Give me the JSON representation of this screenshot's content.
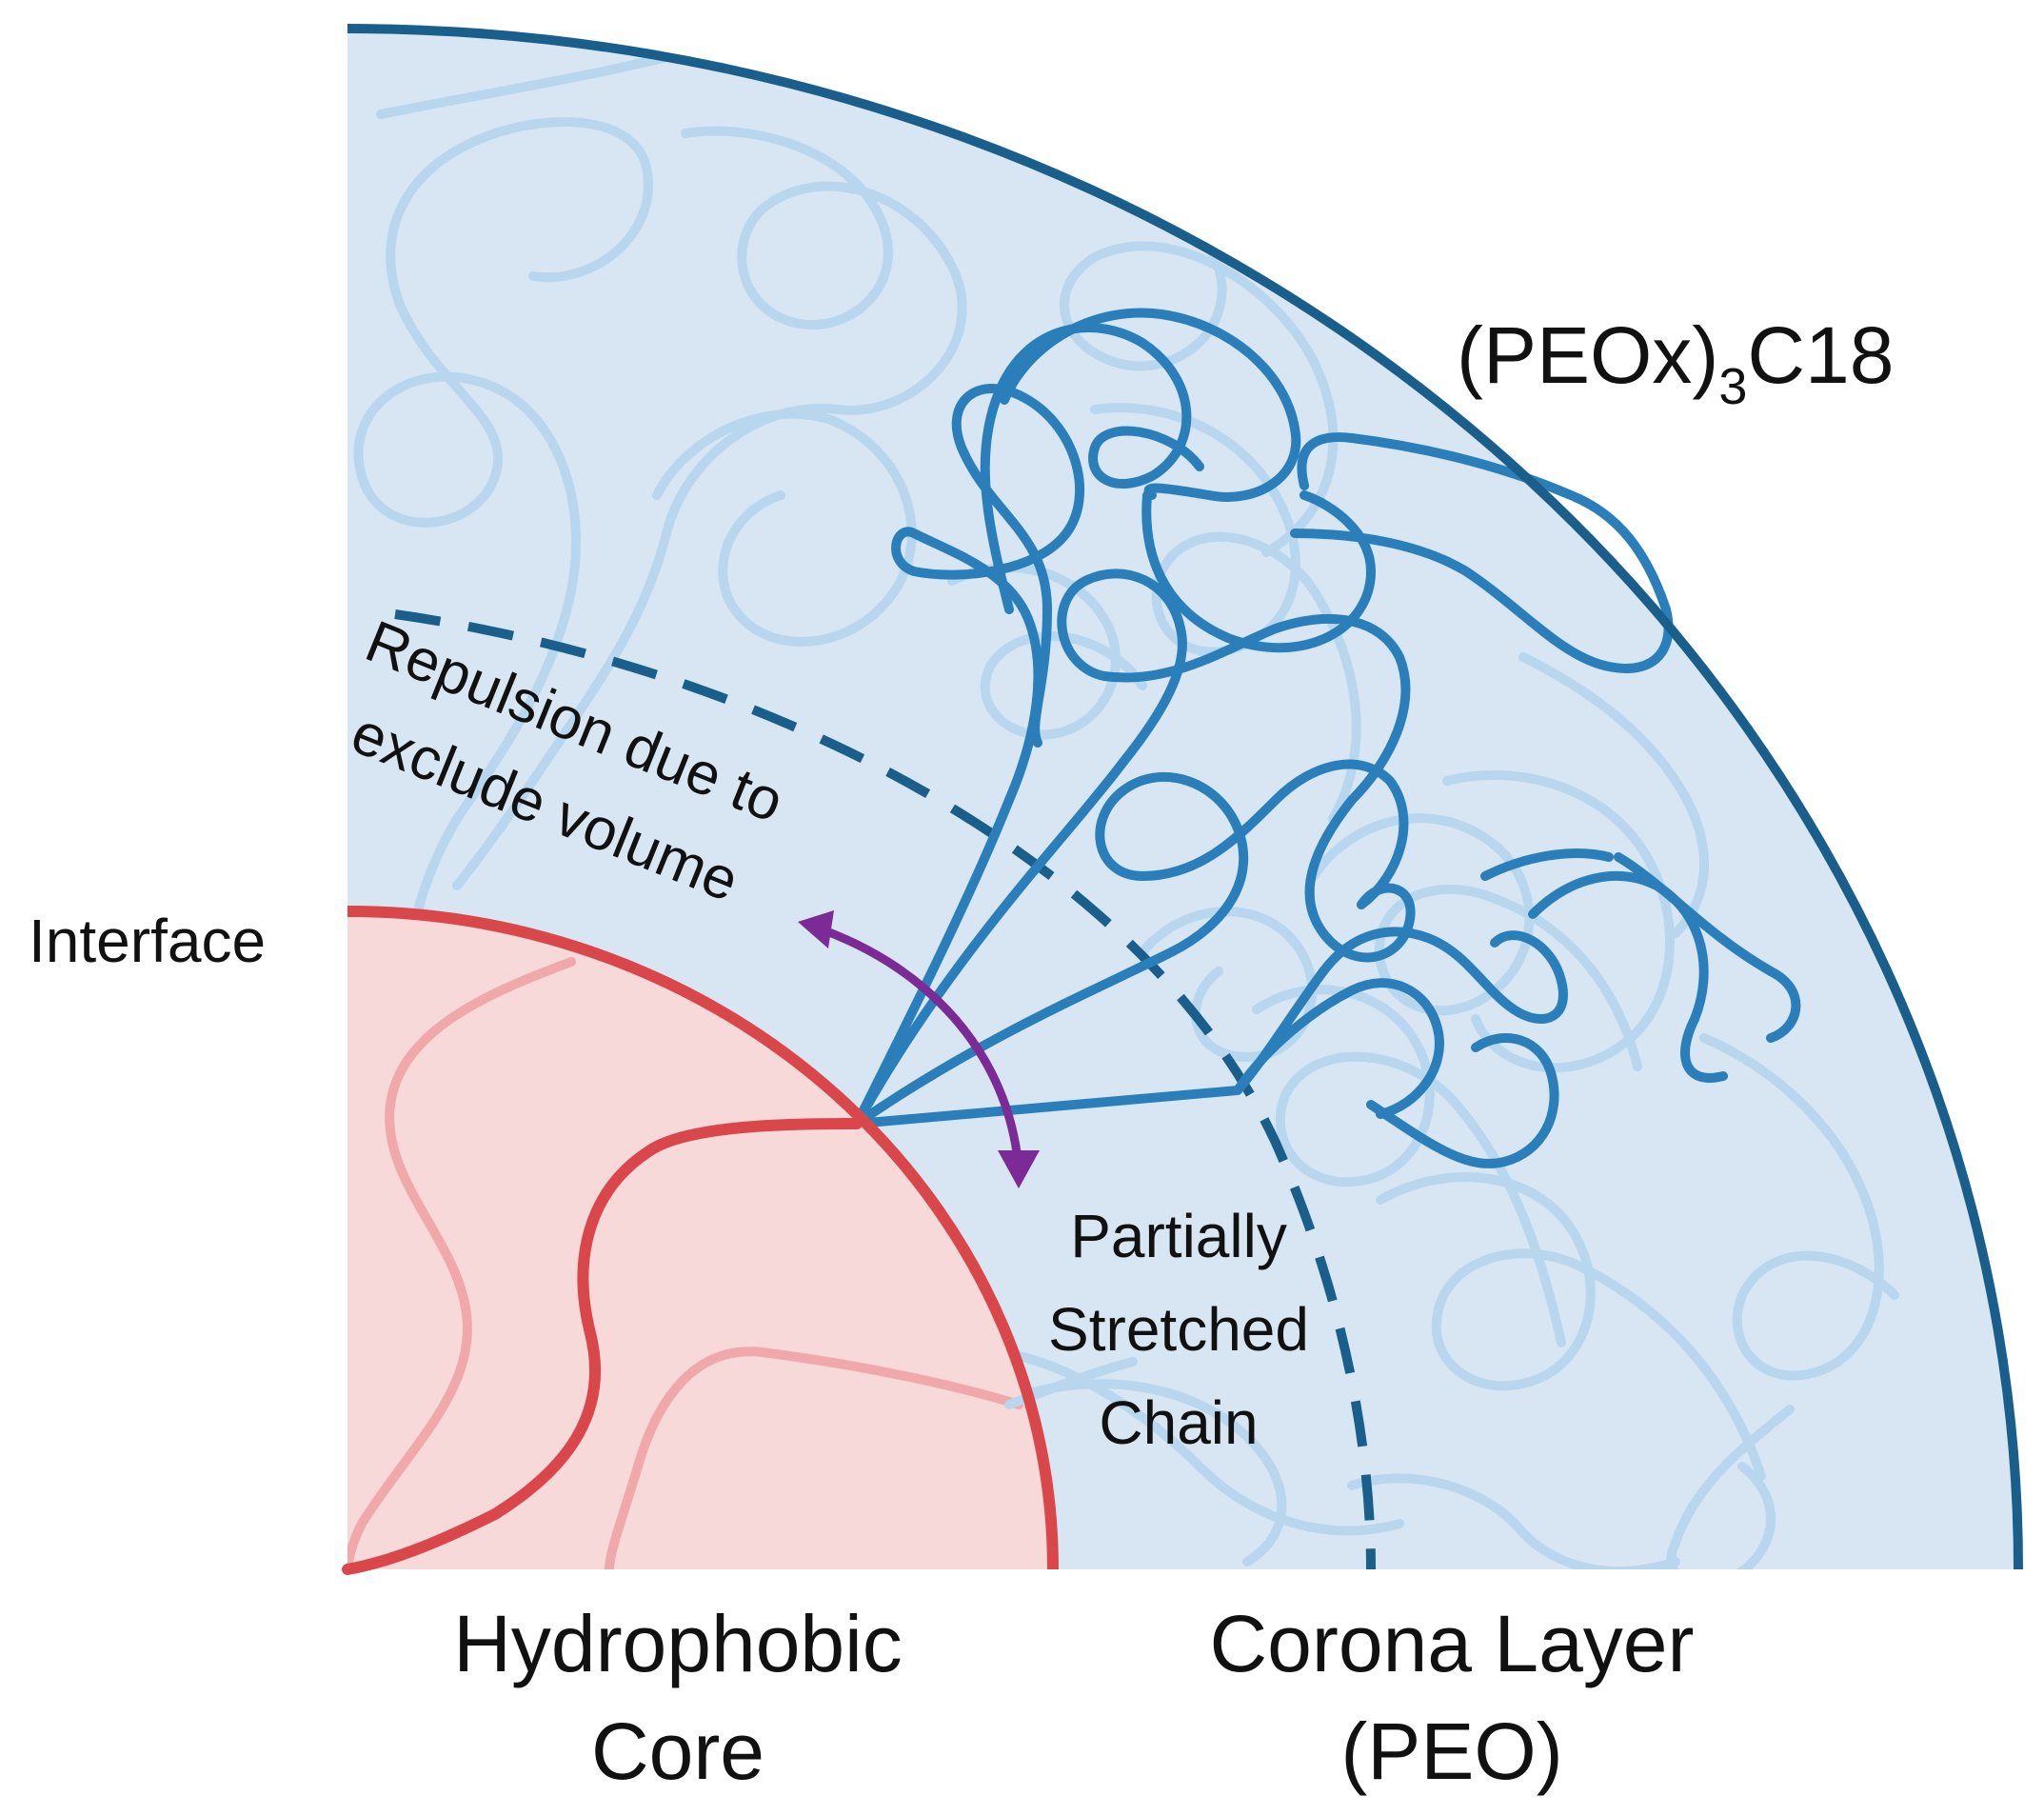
{
  "labels": {
    "molecule_main": "(PEOx)",
    "molecule_sub": "3",
    "molecule_tail": "C18",
    "repulsion_line1": "Repulsion due to",
    "repulsion_line2": "exclude volume",
    "interface": "Interface",
    "stretched_line1": "Partially",
    "stretched_line2": "Stretched",
    "stretched_line3": "Chain",
    "core_line1": "Hydrophobic",
    "core_line2": "Core",
    "corona_line1": "Corona Layer",
    "corona_line2": "(PEO)"
  },
  "colors": {
    "corona_fill": "#d7e6f2",
    "corona_outline": "#1a5f8c",
    "core_fill": "#f7d9da",
    "core_outline": "#d9474a",
    "chain_dark": "#2a7fba",
    "chain_faint": "#b8d7ef",
    "core_chain_faint": "#f0a8aa",
    "arrow": "#7b2a96",
    "text": "#111111"
  }
}
